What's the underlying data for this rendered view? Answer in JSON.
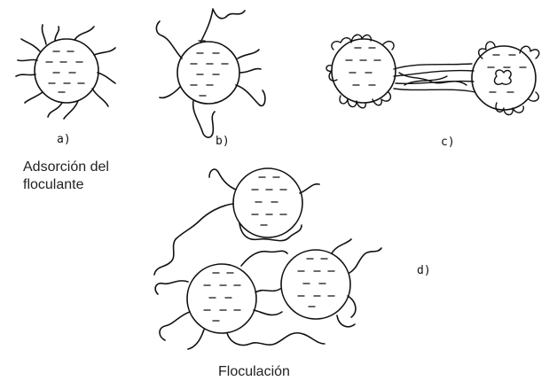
{
  "labels": {
    "a": "a)",
    "b": "b)",
    "c": "c)",
    "d": "d)"
  },
  "captions": {
    "adsorption_line1": "Adsorción del",
    "adsorption_line2": "floculante",
    "flocculation": "Floculación"
  },
  "colors": {
    "ink": "#111111",
    "background": "#ffffff"
  }
}
